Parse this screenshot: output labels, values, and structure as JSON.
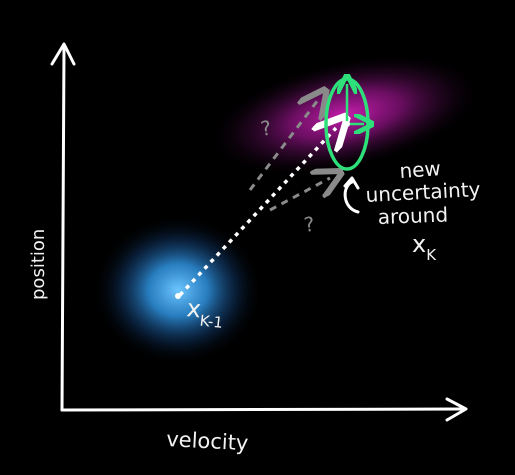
{
  "axes": {
    "x_label": "velocity",
    "y_label": "position"
  },
  "points": {
    "previous_label": "x",
    "previous_subscript": "K-1",
    "current_label": "x",
    "current_subscript": "K"
  },
  "annotation": {
    "line1": "new",
    "line2": "uncertainty",
    "line3": "around"
  },
  "question_marks": {
    "upper": "?",
    "lower": "?"
  },
  "colors": {
    "background": "#000000",
    "axis": "#ffffff",
    "previous_blob": "#3aa6e8",
    "predicted_blob": "#b8199f",
    "uncertainty_ellipse": "#2ee07a",
    "dashed_arrow": "#ffffff",
    "alt_arrows": "#8a8a8a"
  }
}
